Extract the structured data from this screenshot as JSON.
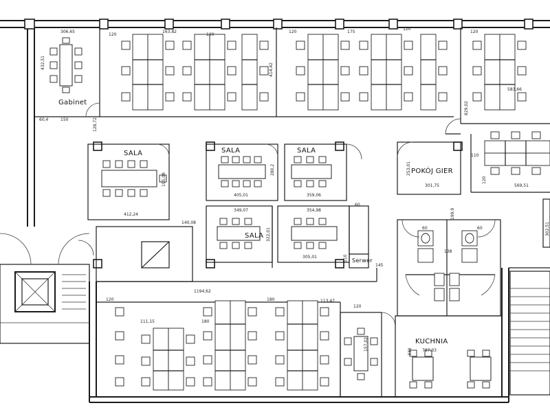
{
  "rooms": {
    "gabinet": "Gabinet",
    "sala_1": "SALA",
    "sala_2": "SALA",
    "sala_3": "SALA",
    "sala_4": "SALA",
    "pokoj_gier": "POKÓJ GIER",
    "kuchnia": "KUCHNIA",
    "serwer": "Serwer"
  },
  "dimensions": {
    "d_306_65": "306,65",
    "d_120_a": "120",
    "d_163_82": "163,82",
    "d_120_b": "120",
    "d_120_c": "120",
    "d_175": "175",
    "d_120_d": "120",
    "d_120_e": "120",
    "d_432_51": "432,51",
    "d_414_42": "414,42",
    "d_583_66": "583,66",
    "d_60_4": "60,4",
    "d_150": "150",
    "d_128_72": "128,72",
    "d_829_02": "829,02",
    "d_110": "110",
    "d_195_09": "195,09",
    "d_412_24": "412,24",
    "d_405_01": "405,01",
    "d_280_2": "280,2",
    "d_359_06": "359,06",
    "d_253_01": "253,01",
    "d_301_75": "301,75",
    "d_120_f": "120",
    "d_569_51": "569,51",
    "d_349_07": "349,07",
    "d_354_98": "354,98",
    "d_60": "60",
    "d_140_08": "140,08",
    "d_322_01": "322,01",
    "d_305_01": "305,01",
    "d_199_9": "199,9",
    "d_60_b": "60",
    "d_138": "138",
    "d_60_c": "60",
    "d_302_51": "302,51",
    "d_145": "145",
    "d_110_b": "110",
    "d_1194_62": "1194,62",
    "d_120_g": "120",
    "d_180_a": "180",
    "d_113_47": "113,47",
    "d_111_15": "111,15",
    "d_180_b": "180",
    "d_120_h": "120",
    "d_787_33": "787,33",
    "d_339": "339",
    "d_157_02": "157,02"
  },
  "icons": {
    "chair": "chair-icon",
    "desk": "desk-icon",
    "stair": "staircase-icon",
    "elevator": "elevator-icon"
  }
}
